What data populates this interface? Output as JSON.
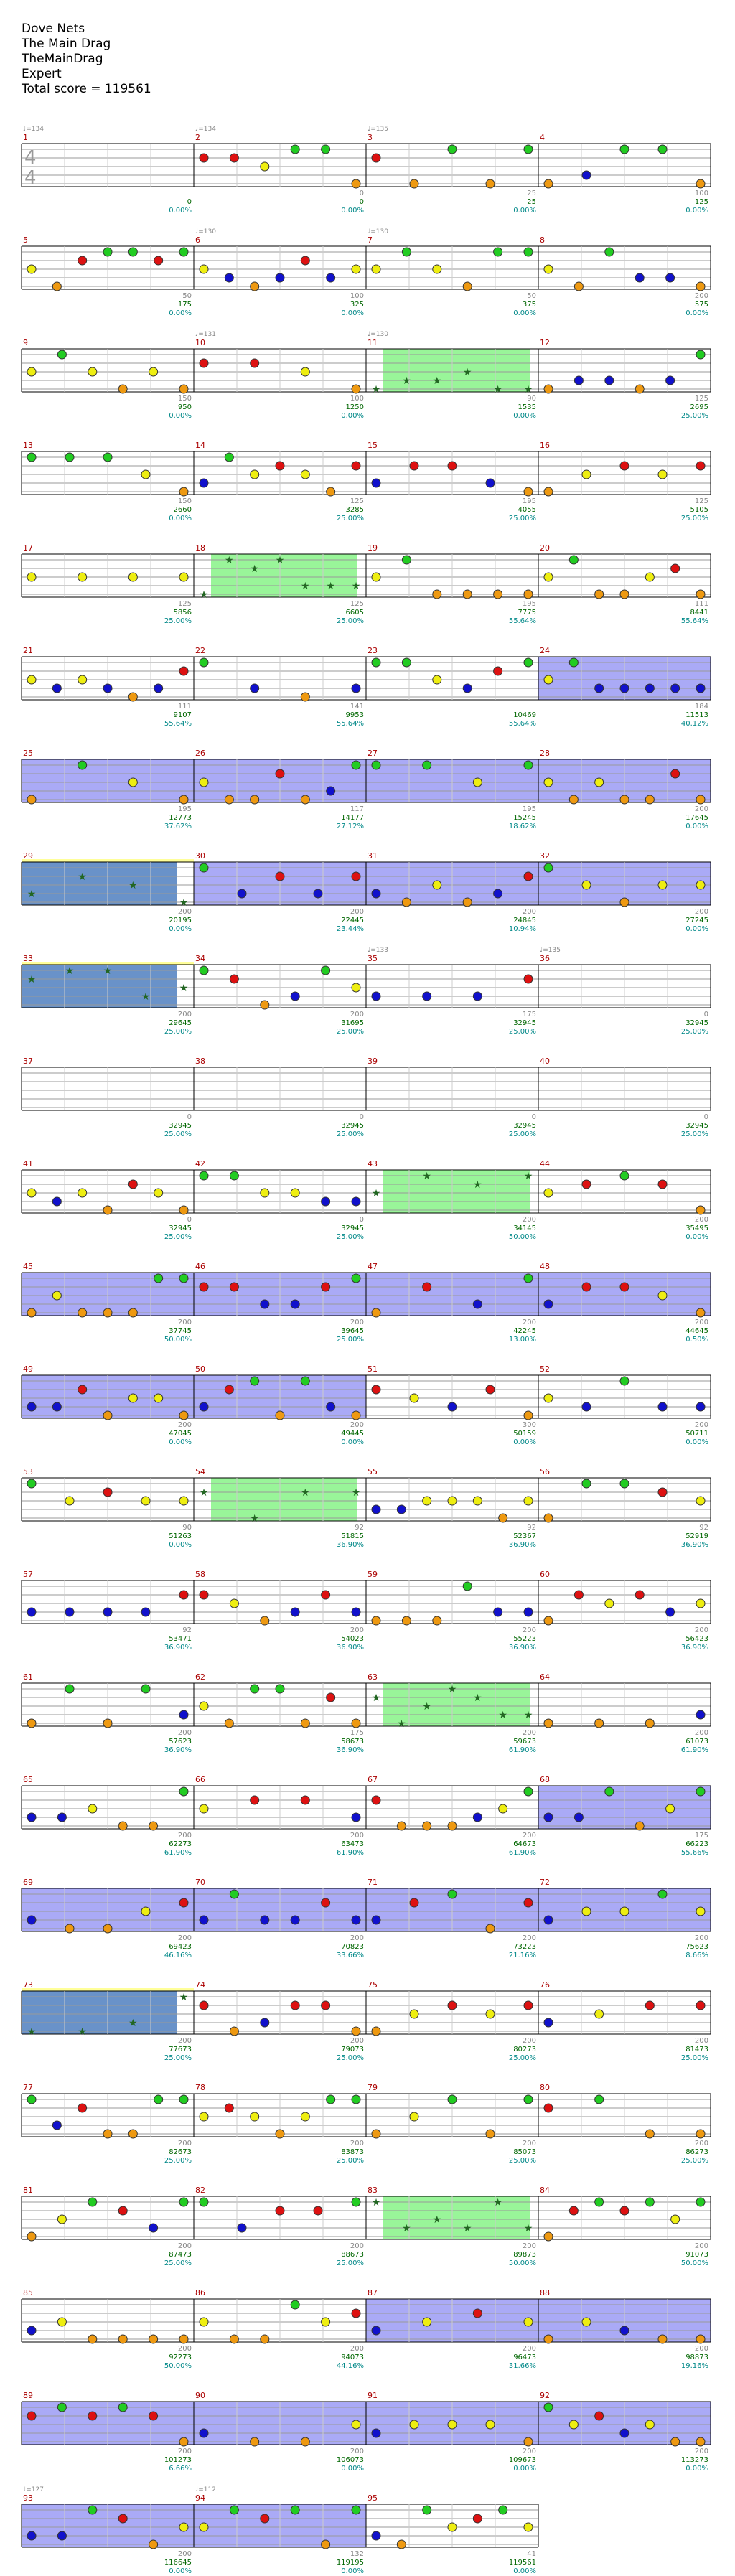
{
  "header": {
    "artist": "Dove Nets",
    "song": "The Main Drag",
    "chart_name": "TheMainDrag",
    "difficulty": "Expert",
    "total_score_label": "Total score = 119561"
  },
  "chart_data": {
    "type": "table",
    "time_signature": "4/4",
    "colors": {
      "green": "#22cc22",
      "red": "#dd1111",
      "yellow": "#eeee11",
      "blue": "#1111cc",
      "orange": "#ee9911",
      "star_power": "#55ee55",
      "overdrive": "#5555ee",
      "solo": "#ffff99",
      "combined": "#4477bb",
      "measure_num": "#aa0000",
      "score_text": "#006600",
      "pct_text": "#008888",
      "tempo_text": "#888888"
    },
    "tempo_marks": [
      {
        "measure": 1,
        "label": "♩=134"
      },
      {
        "measure": 2,
        "label": "♩=134"
      },
      {
        "measure": 3,
        "label": "♩=135"
      },
      {
        "measure": 6,
        "label": "♩=130"
      },
      {
        "measure": 7,
        "label": "♩=130"
      },
      {
        "measure": 10,
        "label": "♩=131"
      },
      {
        "measure": 11,
        "label": "♩=130"
      },
      {
        "measure": 35,
        "label": "♩=133"
      },
      {
        "measure": 36,
        "label": "♩=135"
      },
      {
        "measure": 93,
        "label": "♩=127"
      },
      {
        "measure": 94,
        "label": "♩=112"
      }
    ],
    "measures": [
      {
        "n": 1,
        "left": "",
        "score": "0",
        "pct": "0.00%"
      },
      {
        "n": 2,
        "left": "0",
        "score": "0",
        "pct": "0.00%"
      },
      {
        "n": 3,
        "left": "25",
        "score": "25",
        "pct": "0.00%"
      },
      {
        "n": 4,
        "left": "100",
        "score": "125",
        "pct": "0.00%"
      },
      {
        "n": 5,
        "left": "50",
        "score": "175",
        "pct": "0.00%"
      },
      {
        "n": 6,
        "left": "100",
        "score": "325",
        "pct": "0.00%"
      },
      {
        "n": 7,
        "left": "50",
        "score": "375",
        "pct": "0.00%"
      },
      {
        "n": 8,
        "left": "200",
        "score": "575",
        "pct": "0.00%"
      },
      {
        "n": 9,
        "left": "150",
        "score": "950",
        "pct": "0.00%"
      },
      {
        "n": 10,
        "left": "100",
        "score": "1250",
        "pct": "0.00%"
      },
      {
        "n": 11,
        "left": "90",
        "score": "1535",
        "pct": "0.00%"
      },
      {
        "n": 12,
        "left": "125",
        "score": "2695",
        "pct": "25.00%"
      },
      {
        "n": 13,
        "left": "150",
        "score": "2660",
        "pct": "0.00%"
      },
      {
        "n": 14,
        "left": "125",
        "score": "3285",
        "pct": "25.00%"
      },
      {
        "n": 15,
        "left": "195",
        "score": "4055",
        "pct": "25.00%"
      },
      {
        "n": 16,
        "left": "125",
        "score": "5105",
        "pct": "25.00%"
      },
      {
        "n": 17,
        "left": "125",
        "score": "5856",
        "pct": "25.00%"
      },
      {
        "n": 18,
        "left": "125",
        "score": "6605",
        "pct": "25.00%"
      },
      {
        "n": 19,
        "left": "195",
        "score": "7775",
        "pct": "55.64%"
      },
      {
        "n": 20,
        "left": "111",
        "score": "8441",
        "pct": "55.64%"
      },
      {
        "n": 21,
        "left": "111",
        "score": "9107",
        "pct": "55.64%"
      },
      {
        "n": 22,
        "left": "141",
        "score": "9953",
        "pct": "55.64%"
      },
      {
        "n": 23,
        "left": "",
        "score": "10469",
        "pct": "55.64%"
      },
      {
        "n": 24,
        "left": "184",
        "score": "11513",
        "pct": "40.12%"
      },
      {
        "n": 25,
        "left": "195",
        "score": "12773",
        "pct": "37.62%"
      },
      {
        "n": 26,
        "left": "117",
        "score": "14177",
        "pct": "27.12%"
      },
      {
        "n": 27,
        "left": "195",
        "score": "15245",
        "pct": "18.62%"
      },
      {
        "n": 28,
        "left": "200",
        "score": "17645",
        "pct": "0.00%"
      },
      {
        "n": 29,
        "left": "200",
        "score": "20195",
        "pct": "0.00%"
      },
      {
        "n": 30,
        "left": "200",
        "score": "22445",
        "pct": "23.44%"
      },
      {
        "n": 31,
        "left": "200",
        "score": "24845",
        "pct": "10.94%"
      },
      {
        "n": 32,
        "left": "200",
        "score": "27245",
        "pct": "0.00%"
      },
      {
        "n": 33,
        "left": "200",
        "score": "29645",
        "pct": "25.00%"
      },
      {
        "n": 34,
        "left": "200",
        "score": "31695",
        "pct": "25.00%"
      },
      {
        "n": 35,
        "left": "175",
        "score": "32945",
        "pct": "25.00%"
      },
      {
        "n": 36,
        "left": "0",
        "score": "32945",
        "pct": "25.00%"
      },
      {
        "n": 37,
        "left": "0",
        "score": "32945",
        "pct": "25.00%"
      },
      {
        "n": 38,
        "left": "0",
        "score": "32945",
        "pct": "25.00%"
      },
      {
        "n": 39,
        "left": "0",
        "score": "32945",
        "pct": "25.00%"
      },
      {
        "n": 40,
        "left": "0",
        "score": "32945",
        "pct": "25.00%"
      },
      {
        "n": 41,
        "left": "0",
        "score": "32945",
        "pct": "25.00%"
      },
      {
        "n": 42,
        "left": "0",
        "score": "32945",
        "pct": "25.00%"
      },
      {
        "n": 43,
        "left": "200",
        "score": "34145",
        "pct": "50.00%"
      },
      {
        "n": 44,
        "left": "200",
        "score": "35495",
        "pct": "0.00%"
      },
      {
        "n": 45,
        "left": "200",
        "score": "37745",
        "pct": "50.00%"
      },
      {
        "n": 46,
        "left": "200",
        "score": "39645",
        "pct": "25.00%"
      },
      {
        "n": 47,
        "left": "200",
        "score": "42245",
        "pct": "13.00%"
      },
      {
        "n": 48,
        "left": "200",
        "score": "44645",
        "pct": "0.50%"
      },
      {
        "n": 49,
        "left": "200",
        "score": "47045",
        "pct": "0.00%"
      },
      {
        "n": 50,
        "left": "200",
        "score": "49445",
        "pct": "0.00%"
      },
      {
        "n": 51,
        "left": "300",
        "score": "50159",
        "pct": "0.00%"
      },
      {
        "n": 52,
        "left": "200",
        "score": "50711",
        "pct": "0.00%"
      },
      {
        "n": 53,
        "left": "90",
        "score": "51263",
        "pct": "0.00%"
      },
      {
        "n": 54,
        "left": "92",
        "score": "51815",
        "pct": "36.90%"
      },
      {
        "n": 55,
        "left": "92",
        "score": "52367",
        "pct": "36.90%"
      },
      {
        "n": 56,
        "left": "92",
        "score": "52919",
        "pct": "36.90%"
      },
      {
        "n": 57,
        "left": "92",
        "score": "53471",
        "pct": "36.90%"
      },
      {
        "n": 58,
        "left": "200",
        "score": "54023",
        "pct": "36.90%"
      },
      {
        "n": 59,
        "left": "200",
        "score": "55223",
        "pct": "36.90%"
      },
      {
        "n": 60,
        "left": "200",
        "score": "56423",
        "pct": "36.90%"
      },
      {
        "n": 61,
        "left": "200",
        "score": "57623",
        "pct": "36.90%"
      },
      {
        "n": 62,
        "left": "175",
        "score": "58673",
        "pct": "36.90%"
      },
      {
        "n": 63,
        "left": "200",
        "score": "59673",
        "pct": "61.90%"
      },
      {
        "n": 64,
        "left": "200",
        "score": "61073",
        "pct": "61.90%"
      },
      {
        "n": 65,
        "left": "200",
        "score": "62273",
        "pct": "61.90%"
      },
      {
        "n": 66,
        "left": "200",
        "score": "63473",
        "pct": "61.90%"
      },
      {
        "n": 67,
        "left": "200",
        "score": "64673",
        "pct": "61.90%"
      },
      {
        "n": 68,
        "left": "175",
        "score": "66223",
        "pct": "55.66%"
      },
      {
        "n": 69,
        "left": "200",
        "score": "69423",
        "pct": "46.16%"
      },
      {
        "n": 70,
        "left": "200",
        "score": "70823",
        "pct": "33.66%"
      },
      {
        "n": 71,
        "left": "200",
        "score": "73223",
        "pct": "21.16%"
      },
      {
        "n": 72,
        "left": "200",
        "score": "75623",
        "pct": "8.66%"
      },
      {
        "n": 73,
        "left": "200",
        "score": "77673",
        "pct": "25.00%"
      },
      {
        "n": 74,
        "left": "200",
        "score": "79073",
        "pct": "25.00%"
      },
      {
        "n": 75,
        "left": "200",
        "score": "80273",
        "pct": "25.00%"
      },
      {
        "n": 76,
        "left": "200",
        "score": "81473",
        "pct": "25.00%"
      },
      {
        "n": 77,
        "left": "200",
        "score": "82673",
        "pct": "25.00%"
      },
      {
        "n": 78,
        "left": "200",
        "score": "83873",
        "pct": "25.00%"
      },
      {
        "n": 79,
        "left": "200",
        "score": "85073",
        "pct": "25.00%"
      },
      {
        "n": 80,
        "left": "200",
        "score": "86273",
        "pct": "25.00%"
      },
      {
        "n": 81,
        "left": "200",
        "score": "87473",
        "pct": "25.00%"
      },
      {
        "n": 82,
        "left": "200",
        "score": "88673",
        "pct": "25.00%"
      },
      {
        "n": 83,
        "left": "200",
        "score": "89873",
        "pct": "50.00%"
      },
      {
        "n": 84,
        "left": "200",
        "score": "91073",
        "pct": "50.00%"
      },
      {
        "n": 85,
        "left": "200",
        "score": "92273",
        "pct": "50.00%"
      },
      {
        "n": 86,
        "left": "200",
        "score": "94073",
        "pct": "44.16%"
      },
      {
        "n": 87,
        "left": "200",
        "score": "96473",
        "pct": "31.66%"
      },
      {
        "n": 88,
        "left": "200",
        "score": "98873",
        "pct": "19.16%"
      },
      {
        "n": 89,
        "left": "200",
        "score": "101273",
        "pct": "6.66%"
      },
      {
        "n": 90,
        "left": "200",
        "score": "106073",
        "pct": "0.00%"
      },
      {
        "n": 91,
        "left": "200",
        "score": "109673",
        "pct": "0.00%"
      },
      {
        "n": 92,
        "left": "200",
        "score": "113273",
        "pct": "0.00%"
      },
      {
        "n": 93,
        "left": "200",
        "score": "116645",
        "pct": "0.00%"
      },
      {
        "n": 94,
        "left": "132",
        "score": "119195",
        "pct": "0.00%"
      },
      {
        "n": 95,
        "left": "41",
        "score": "119561",
        "pct": "0.00%"
      }
    ]
  }
}
